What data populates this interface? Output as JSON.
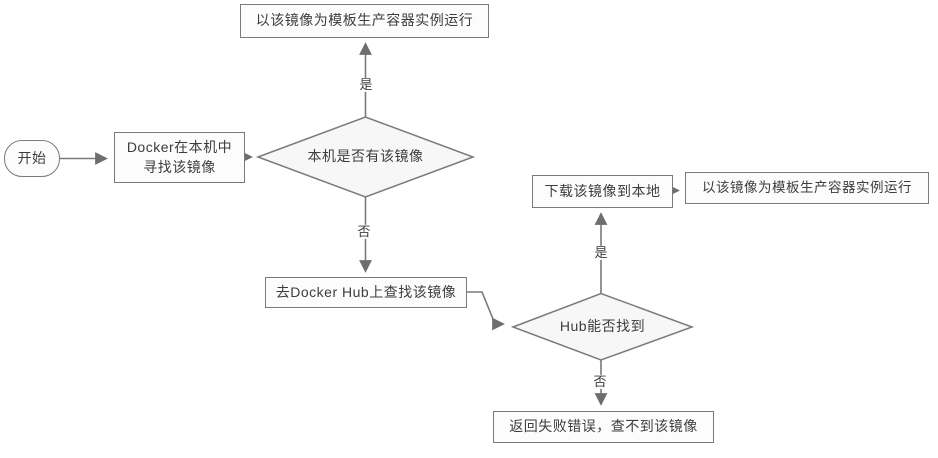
{
  "diagram": {
    "description": "Docker image lookup flowchart",
    "nodes": {
      "start": {
        "label": "开始",
        "type": "terminator"
      },
      "search_local": {
        "label": "Docker在本机中寻找该镜像",
        "type": "process"
      },
      "local_has_image": {
        "label": "本机是否有该镜像",
        "type": "decision"
      },
      "run_container_top": {
        "label": "以该镜像为模板生产容器实例运行",
        "type": "process"
      },
      "search_hub": {
        "label": "去Docker Hub上查找该镜像",
        "type": "process"
      },
      "hub_found": {
        "label": "Hub能否找到",
        "type": "decision"
      },
      "download_image": {
        "label": "下载该镜像到本地",
        "type": "process"
      },
      "run_container_right": {
        "label": "以该镜像为模板生产容器实例运行",
        "type": "process"
      },
      "fail": {
        "label": "返回失败错误，查不到该镜像",
        "type": "process"
      }
    },
    "edges": [
      {
        "from": "start",
        "to": "search_local",
        "label": ""
      },
      {
        "from": "search_local",
        "to": "local_has_image",
        "label": ""
      },
      {
        "from": "local_has_image",
        "to": "run_container_top",
        "label": "是"
      },
      {
        "from": "local_has_image",
        "to": "search_hub",
        "label": "否"
      },
      {
        "from": "search_hub",
        "to": "hub_found",
        "label": ""
      },
      {
        "from": "hub_found",
        "to": "download_image",
        "label": "是"
      },
      {
        "from": "download_image",
        "to": "run_container_right",
        "label": ""
      },
      {
        "from": "hub_found",
        "to": "fail",
        "label": "否"
      }
    ],
    "colors": {
      "stroke": "#7a7a7a",
      "arrow": "#6e6e6e",
      "node_fill": "#fcfcfc",
      "diamond_fill": "#f7f7f7",
      "text": "#3d3d3d",
      "background": "#ffffff"
    }
  }
}
